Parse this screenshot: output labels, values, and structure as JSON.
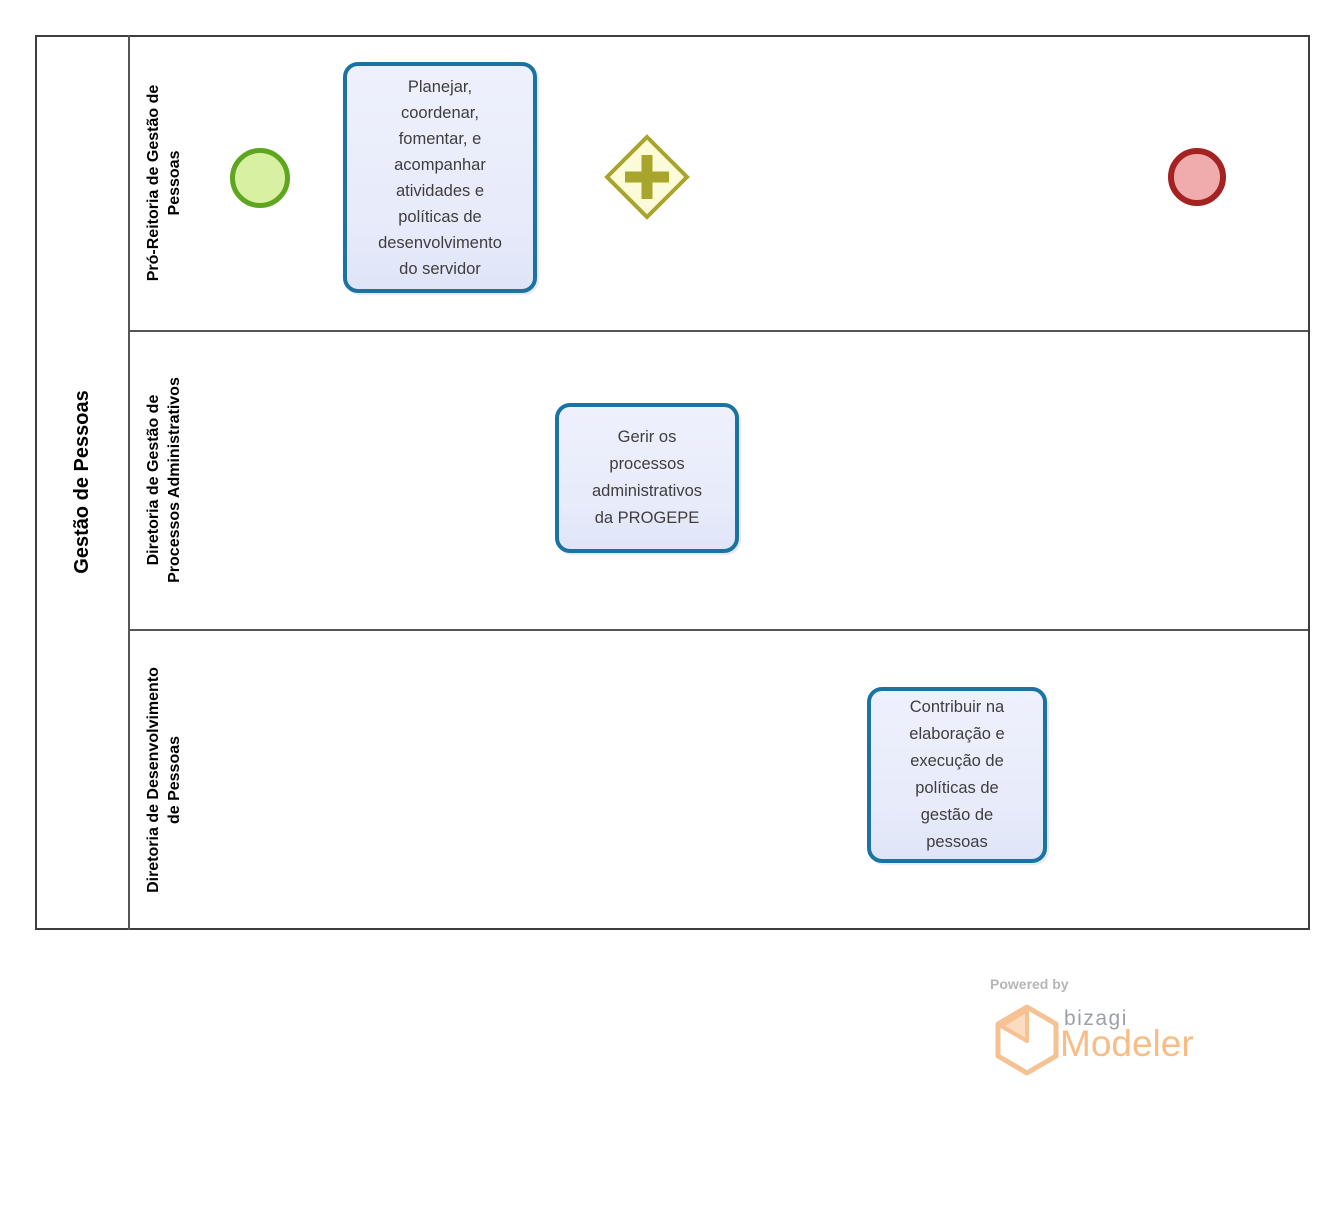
{
  "pool": {
    "title": "Gestão de Pessoas",
    "lanes": [
      {
        "label": "Pró-Reitoria de Gestão de\nPessoas"
      },
      {
        "label": "Diretoria de Gestão de\nProcessos Administrativos"
      },
      {
        "label": "Diretoria de Desenvolvimento\nde Pessoas"
      }
    ]
  },
  "nodes": {
    "start_event": {
      "type": "start-event"
    },
    "task_plan": {
      "label": "Planejar,\ncoordenar,\nfomentar, e\nacompanhar\natividades e\npolíticas de\ndesenvolvimento\ndo servidor"
    },
    "parallel_gateway": {
      "type": "parallel-gateway"
    },
    "task_manage": {
      "label": "Gerir os\nprocessos\nadministrativos\nda PROGEPE"
    },
    "task_contribute": {
      "label": "Contribuir na\nelaboração e\nexecução de\npolíticas de\ngestão de\npessoas"
    },
    "end_event": {
      "type": "end-event"
    }
  },
  "colors": {
    "task_border": "#1a73a3",
    "task_fill": "#e9edfb",
    "gateway_border": "#a7a52b",
    "gateway_fill": "#fcfbd9",
    "start_border": "#5ea61f",
    "start_fill": "#d8f0a2",
    "end_border": "#a42222",
    "end_fill": "#f0acac",
    "lane_line": "#555555",
    "flow_line": "#000000",
    "brand_orange": "#f8bd87",
    "brand_gray": "#9aa1a8"
  },
  "footer": {
    "powered_by": "Powered by",
    "brand": "bizagi",
    "product": "Modeler"
  }
}
